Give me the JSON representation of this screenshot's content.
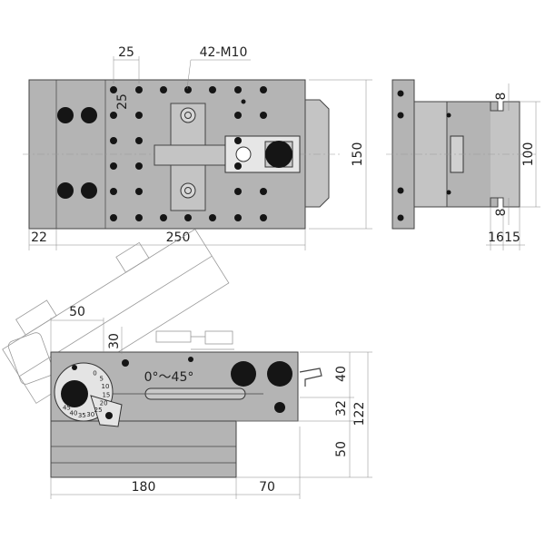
{
  "top_view": {
    "dim_pitch": "25",
    "dim_pitch_vertical": "25",
    "dim_holes": "42-M10",
    "dim_width": "250",
    "dim_offset": "22",
    "dim_height": "150"
  },
  "side_view": {
    "dim_height_inner": "100",
    "dim_top_step": "8",
    "dim_bottom_step": "8",
    "dim_16": "16",
    "dim_15": "15"
  },
  "front_view": {
    "dim_50_top": "50",
    "dim_30": "30",
    "angle_range": "0°～45°",
    "dim_40": "40",
    "dim_32": "32",
    "dim_122": "122",
    "dim_50_right": "50",
    "dim_180": "180",
    "dim_70": "70",
    "dial_labels": [
      "0",
      "5",
      "10",
      "15",
      "20",
      "25",
      "30",
      "35",
      "40",
      "45"
    ]
  }
}
